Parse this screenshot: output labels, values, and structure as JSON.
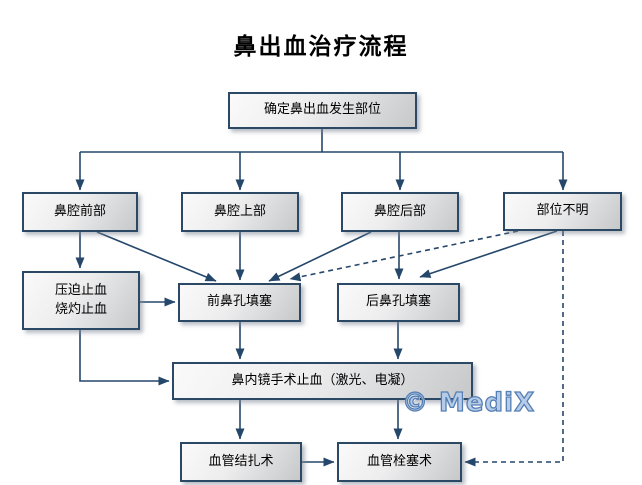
{
  "title": "鼻出血治疗流程",
  "watermark": {
    "label": "© MediX"
  },
  "colors": {
    "line": "#25476a",
    "box_border": "#2b4865",
    "box_light": "#fafafa",
    "box_mid": "#ededee",
    "box_dark": "#c6c8ca",
    "wm_fill": "#b5cbe8",
    "wm_edge": "#557fb4"
  },
  "nodes": {
    "determine": {
      "label": "确定鼻出血发生部位"
    },
    "anterior": {
      "label": "鼻腔前部"
    },
    "upper": {
      "label": "鼻腔上部"
    },
    "posterior": {
      "label": "鼻腔后部"
    },
    "unknown": {
      "label": "部位不明"
    },
    "compression": {
      "line1": "压迫止血",
      "line2": "烧灼止血"
    },
    "anterior_packing": {
      "label": "前鼻孔填塞"
    },
    "posterior_packing": {
      "label": "后鼻孔填塞"
    },
    "endoscopic": {
      "label": "鼻内镜手术止血（激光、电凝）"
    },
    "ligation": {
      "label": "血管结扎术"
    },
    "embolization": {
      "label": "血管栓塞术"
    }
  },
  "edges": [
    {
      "from": "determine",
      "to": "anterior",
      "style": "solid"
    },
    {
      "from": "determine",
      "to": "upper",
      "style": "solid"
    },
    {
      "from": "determine",
      "to": "posterior",
      "style": "solid"
    },
    {
      "from": "determine",
      "to": "unknown",
      "style": "solid"
    },
    {
      "from": "anterior",
      "to": "compression",
      "style": "solid"
    },
    {
      "from": "anterior",
      "to": "anterior_packing",
      "style": "solid"
    },
    {
      "from": "upper",
      "to": "anterior_packing",
      "style": "solid"
    },
    {
      "from": "posterior",
      "to": "anterior_packing",
      "style": "solid"
    },
    {
      "from": "posterior",
      "to": "posterior_packing",
      "style": "solid"
    },
    {
      "from": "unknown",
      "to": "anterior_packing",
      "style": "dashed"
    },
    {
      "from": "unknown",
      "to": "posterior_packing",
      "style": "solid"
    },
    {
      "from": "unknown",
      "to": "embolization",
      "style": "dashed"
    },
    {
      "from": "compression",
      "to": "anterior_packing",
      "style": "solid"
    },
    {
      "from": "compression",
      "to": "endoscopic",
      "style": "solid"
    },
    {
      "from": "anterior_packing",
      "to": "endoscopic",
      "style": "solid"
    },
    {
      "from": "posterior_packing",
      "to": "endoscopic",
      "style": "solid"
    },
    {
      "from": "endoscopic",
      "to": "ligation",
      "style": "solid"
    },
    {
      "from": "endoscopic",
      "to": "embolization",
      "style": "solid"
    },
    {
      "from": "ligation",
      "to": "embolization",
      "style": "solid"
    }
  ]
}
